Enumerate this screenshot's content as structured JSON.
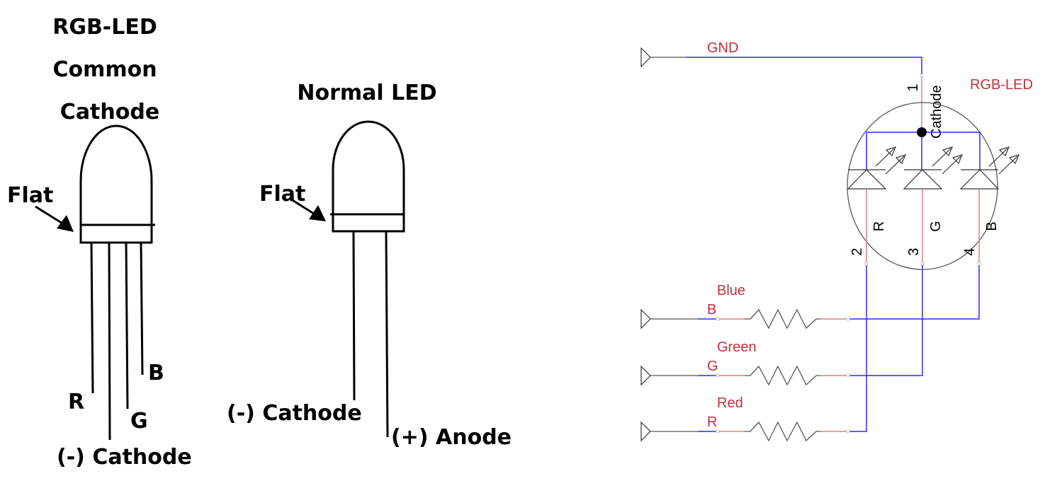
{
  "rgb_led_drawing": {
    "title_lines": [
      "RGB-LED",
      "Common",
      "Cathode"
    ],
    "flat_label": "Flat",
    "pins": {
      "red": "R",
      "cathode": "(-) Cathode",
      "green": "G",
      "blue": "B"
    }
  },
  "normal_led_drawing": {
    "title": "Normal LED",
    "flat_label": "Flat",
    "pins": {
      "cathode": "(-) Cathode",
      "anode": "(+) Anode"
    }
  },
  "schematic": {
    "component_label": "RGB-LED",
    "gnd_net": {
      "label": "GND"
    },
    "cathode_pin": {
      "number": "1",
      "name": "Cathode"
    },
    "led_pins": [
      {
        "number": "2",
        "name": "R"
      },
      {
        "number": "3",
        "name": "G"
      },
      {
        "number": "4",
        "name": "B"
      }
    ],
    "inputs": [
      {
        "name": "Blue",
        "pin": "B"
      },
      {
        "name": "Green",
        "pin": "G"
      },
      {
        "name": "Red",
        "pin": "R"
      }
    ],
    "colors": {
      "label_red": "#c0303a",
      "wire_blue": "#2b2bff",
      "pin_red": "#e08080"
    }
  }
}
